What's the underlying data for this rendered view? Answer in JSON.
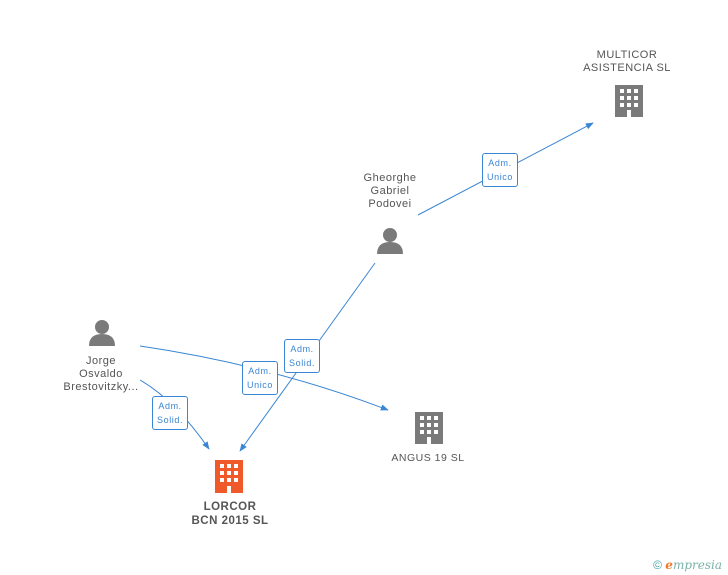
{
  "nodes": {
    "multicor": {
      "line1": "MULTICOR",
      "line2": "ASISTENCIA SL",
      "type": "company"
    },
    "gheorghe": {
      "line1": "Gheorghe",
      "line2": "Gabriel",
      "line3": "Podovei",
      "type": "person"
    },
    "jorge": {
      "line1": "Jorge",
      "line2": "Osvaldo",
      "line3": "Brestovitzky...",
      "type": "person"
    },
    "angus": {
      "line1": "ANGUS 19  SL",
      "type": "company"
    },
    "lorcor": {
      "line1": "LORCOR",
      "line2": "BCN 2015  SL",
      "type": "company-main"
    }
  },
  "edges": {
    "e1": {
      "line1": "Adm.",
      "line2": "Unico"
    },
    "e2": {
      "line1": "Adm.",
      "line2": "Solid."
    },
    "e3": {
      "line1": "Adm.",
      "line2": "Unico"
    },
    "e4": {
      "line1": "Adm.",
      "line2": "Solid."
    }
  },
  "colors": {
    "edge": "#3a86d4",
    "icon": "#7a7a7a",
    "main_icon": "#f0592a"
  },
  "footer": {
    "copyright": "©",
    "brand_e": "e",
    "brand_rest": "mpresia"
  }
}
